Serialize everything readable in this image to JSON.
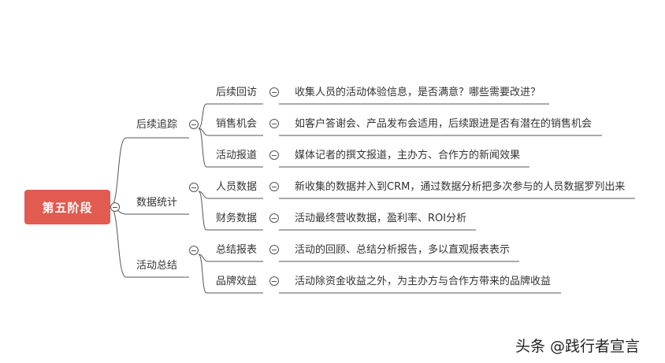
{
  "root": {
    "label": "第五阶段"
  },
  "branches": [
    {
      "label": "后续追踪",
      "children": [
        {
          "label": "后续回访",
          "detail": "收集人员的活动体验信息，是否满意？哪些需要改进？"
        },
        {
          "label": "销售机会",
          "detail": "如客户答谢会、产品发布会适用，后续跟进是否有潜在的销售机会"
        },
        {
          "label": "活动报道",
          "detail": "媒体记者的撰文报道，主办方、合作方的新闻效果"
        }
      ]
    },
    {
      "label": "数据统计",
      "children": [
        {
          "label": "人员数据",
          "detail": "新收集的数据并入到CRM，通过数据分析把多次参与的人员数据罗列出来"
        },
        {
          "label": "财务数据",
          "detail": "活动最终营收数据，盈利率、ROI分析"
        }
      ]
    },
    {
      "label": "活动总结",
      "children": [
        {
          "label": "总结报表",
          "detail": "活动的回顾、总结分析报告，多以直观报表表示"
        },
        {
          "label": "品牌效益",
          "detail": "活动除资金收益之外，为主办方与合作方带来的品牌收益"
        }
      ]
    }
  ],
  "watermark": "头条 @践行者宣言",
  "colors": {
    "root_fill": "#e25b50",
    "line": "#555555"
  }
}
